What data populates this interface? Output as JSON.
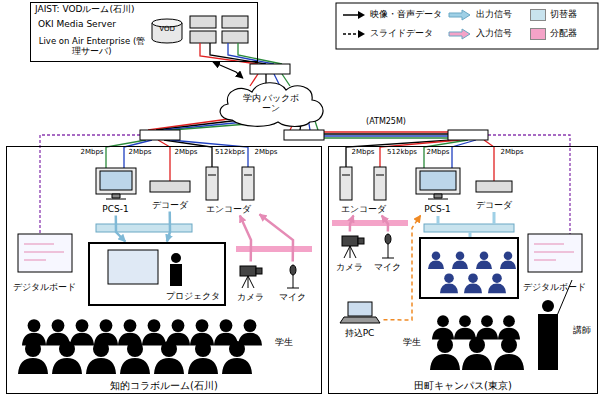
{
  "diagram": {
    "nodes": [
      {
        "text": [
          "JAIST: VODルーム(石川)"
        ]
      },
      {
        "text": [
          "OKI Media Server"
        ],
        "in": 0
      },
      {
        "text": [
          "Live on Air Enterprise (管理サーバ)"
        ],
        "in": 0
      },
      {
        "text": [
          "学内 バックボーン"
        ]
      },
      {
        "text": [
          "知的コラボルーム(石川)"
        ]
      },
      {
        "text": [
          "PCS-1"
        ],
        "in": 4
      },
      {
        "text": [
          "デコーダ"
        ],
        "in": 4
      },
      {
        "text": [
          "エンコーダ"
        ],
        "in": 4
      },
      {
        "text": [
          "デジタルボード"
        ],
        "in": 4
      },
      {
        "text": [
          "プロジェクタ"
        ],
        "in": 4
      },
      {
        "text": [
          "カメラ"
        ],
        "in": 4
      },
      {
        "text": [
          "マイク"
        ],
        "in": 4
      },
      {
        "text": [
          "田町キャンパス(東京)"
        ]
      },
      {
        "text": [
          "エンコーダ"
        ],
        "in": 12
      },
      {
        "text": [
          "PCS-1"
        ],
        "in": 12
      },
      {
        "text": [
          "デコーダ"
        ],
        "in": 12
      },
      {
        "text": [
          "カメラ"
        ],
        "in": 12
      },
      {
        "text": [
          "マイク"
        ],
        "in": 12
      },
      {
        "text": [
          "持込PC"
        ],
        "in": 12
      },
      {
        "text": [
          "デジタルボード"
        ],
        "in": 12
      }
    ],
    "edges": [
      {
        "from": 0,
        "to": 3,
        "arrow": "both"
      },
      {
        "from": 5,
        "to": 9,
        "arrow": "to"
      },
      {
        "from": 6,
        "to": 9,
        "arrow": "to"
      },
      {
        "from": 10,
        "to": 7,
        "arrow": "to"
      },
      {
        "from": 11,
        "to": 7,
        "arrow": "to"
      },
      {
        "from": 16,
        "to": 13,
        "arrow": "to"
      },
      {
        "from": 17,
        "to": 13,
        "arrow": "to"
      },
      {
        "from": 18,
        "to": 14,
        "arrow": "to"
      }
    ],
    "labels": [
      "VOD",
      "(ATM25M)",
      "2Mbps",
      "2Mbps",
      "2Mbps",
      "512kbps",
      "2Mbps",
      "2Mbps",
      "512kbps",
      "2Mbps",
      "2Mbps",
      "学生",
      "学生",
      "講師"
    ],
    "legend": [
      {
        "text": "映像・音声データ"
      },
      {
        "text": "出力信号"
      },
      {
        "text": "切替器",
        "color": "#c8e3ee"
      },
      {
        "text": "スライドデータ"
      },
      {
        "text": "入力信号"
      },
      {
        "text": "分配器",
        "color": "#f4a3c8"
      }
    ]
  }
}
